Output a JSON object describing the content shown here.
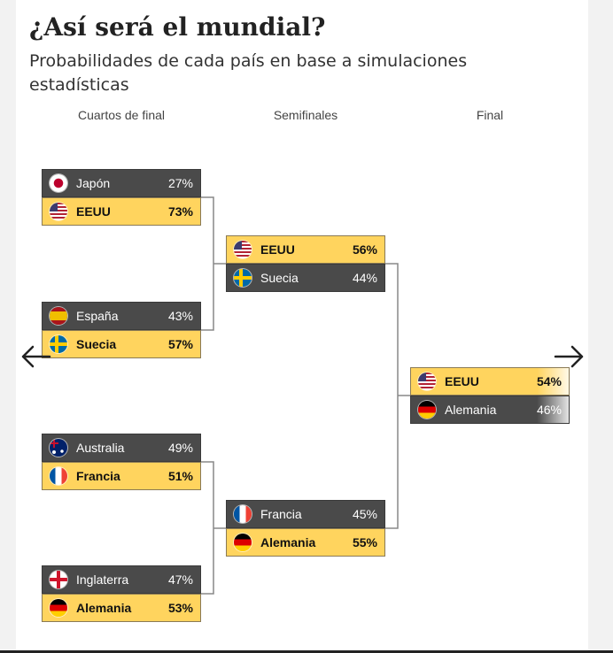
{
  "header": {
    "title": "¿Así será el mundial?",
    "subtitle": "Probabilidades de cada país en base a simulaciones estadísticas"
  },
  "rounds": [
    {
      "label": "Cuartos de final"
    },
    {
      "label": "Semifinales"
    },
    {
      "label": "Final"
    }
  ],
  "matches": {
    "qf1": [
      {
        "team": "Japón",
        "flag": "japan",
        "pct": "27%",
        "status": "lose"
      },
      {
        "team": "EEUU",
        "flag": "usa",
        "pct": "73%",
        "status": "win"
      }
    ],
    "qf2": [
      {
        "team": "España",
        "flag": "spain",
        "pct": "43%",
        "status": "lose"
      },
      {
        "team": "Suecia",
        "flag": "sweden",
        "pct": "57%",
        "status": "win"
      }
    ],
    "qf3": [
      {
        "team": "Australia",
        "flag": "australia",
        "pct": "49%",
        "status": "lose"
      },
      {
        "team": "Francia",
        "flag": "france",
        "pct": "51%",
        "status": "win"
      }
    ],
    "qf4": [
      {
        "team": "Inglaterra",
        "flag": "england",
        "pct": "47%",
        "status": "lose"
      },
      {
        "team": "Alemania",
        "flag": "germany",
        "pct": "53%",
        "status": "win"
      }
    ],
    "sf1": [
      {
        "team": "EEUU",
        "flag": "usa",
        "pct": "56%",
        "status": "win"
      },
      {
        "team": "Suecia",
        "flag": "sweden",
        "pct": "44%",
        "status": "lose"
      }
    ],
    "sf2": [
      {
        "team": "Francia",
        "flag": "france",
        "pct": "45%",
        "status": "lose"
      },
      {
        "team": "Alemania",
        "flag": "germany",
        "pct": "55%",
        "status": "win"
      }
    ],
    "final": [
      {
        "team": "EEUU",
        "flag": "usa",
        "pct": "54%",
        "status": "win"
      },
      {
        "team": "Alemania",
        "flag": "germany",
        "pct": "46%",
        "status": "lose"
      }
    ]
  },
  "colors": {
    "winner_row": "#ffd45e",
    "loser_row": "#4a4a4a",
    "connector": "#888888"
  },
  "nav": {
    "left_icon": "arrow-left-icon",
    "right_icon": "arrow-right-icon"
  }
}
